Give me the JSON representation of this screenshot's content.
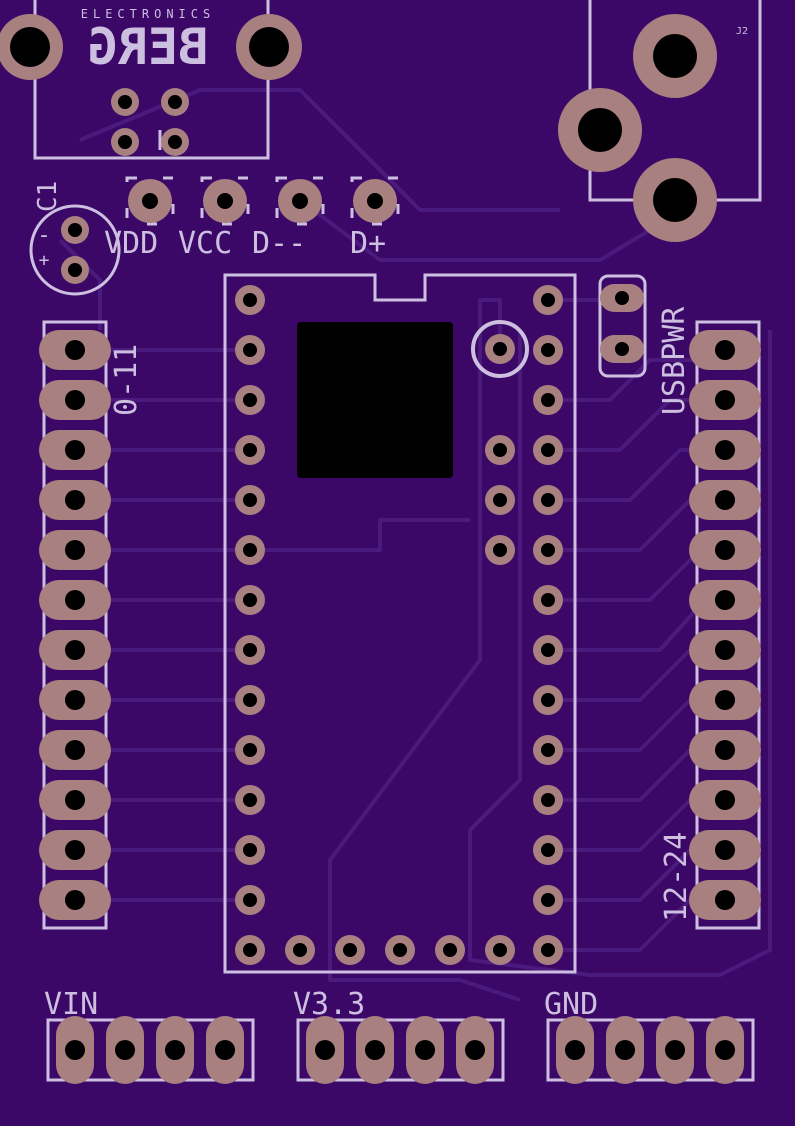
{
  "colors": {
    "board": "#3b0868",
    "trace": "#4a1a7c",
    "pad": "#a7807f",
    "hole": "#000000",
    "silkscreen": "#cdbfe0",
    "chip": "#000000"
  },
  "labels": {
    "berg_top": "ELECTRONICS",
    "berg_logo": "BERG",
    "j2": "J2",
    "c1": "C1",
    "c1_minus": "-",
    "c1_plus": "+",
    "vdd": "VDD",
    "vcc": "VCC",
    "dminus": "D--",
    "dplus": "D+",
    "usbpwr": "USBPWR",
    "range_left": "0-11",
    "range_right": "12-24",
    "vin": "VIN",
    "v33": "V3.3",
    "gnd": "GND"
  }
}
